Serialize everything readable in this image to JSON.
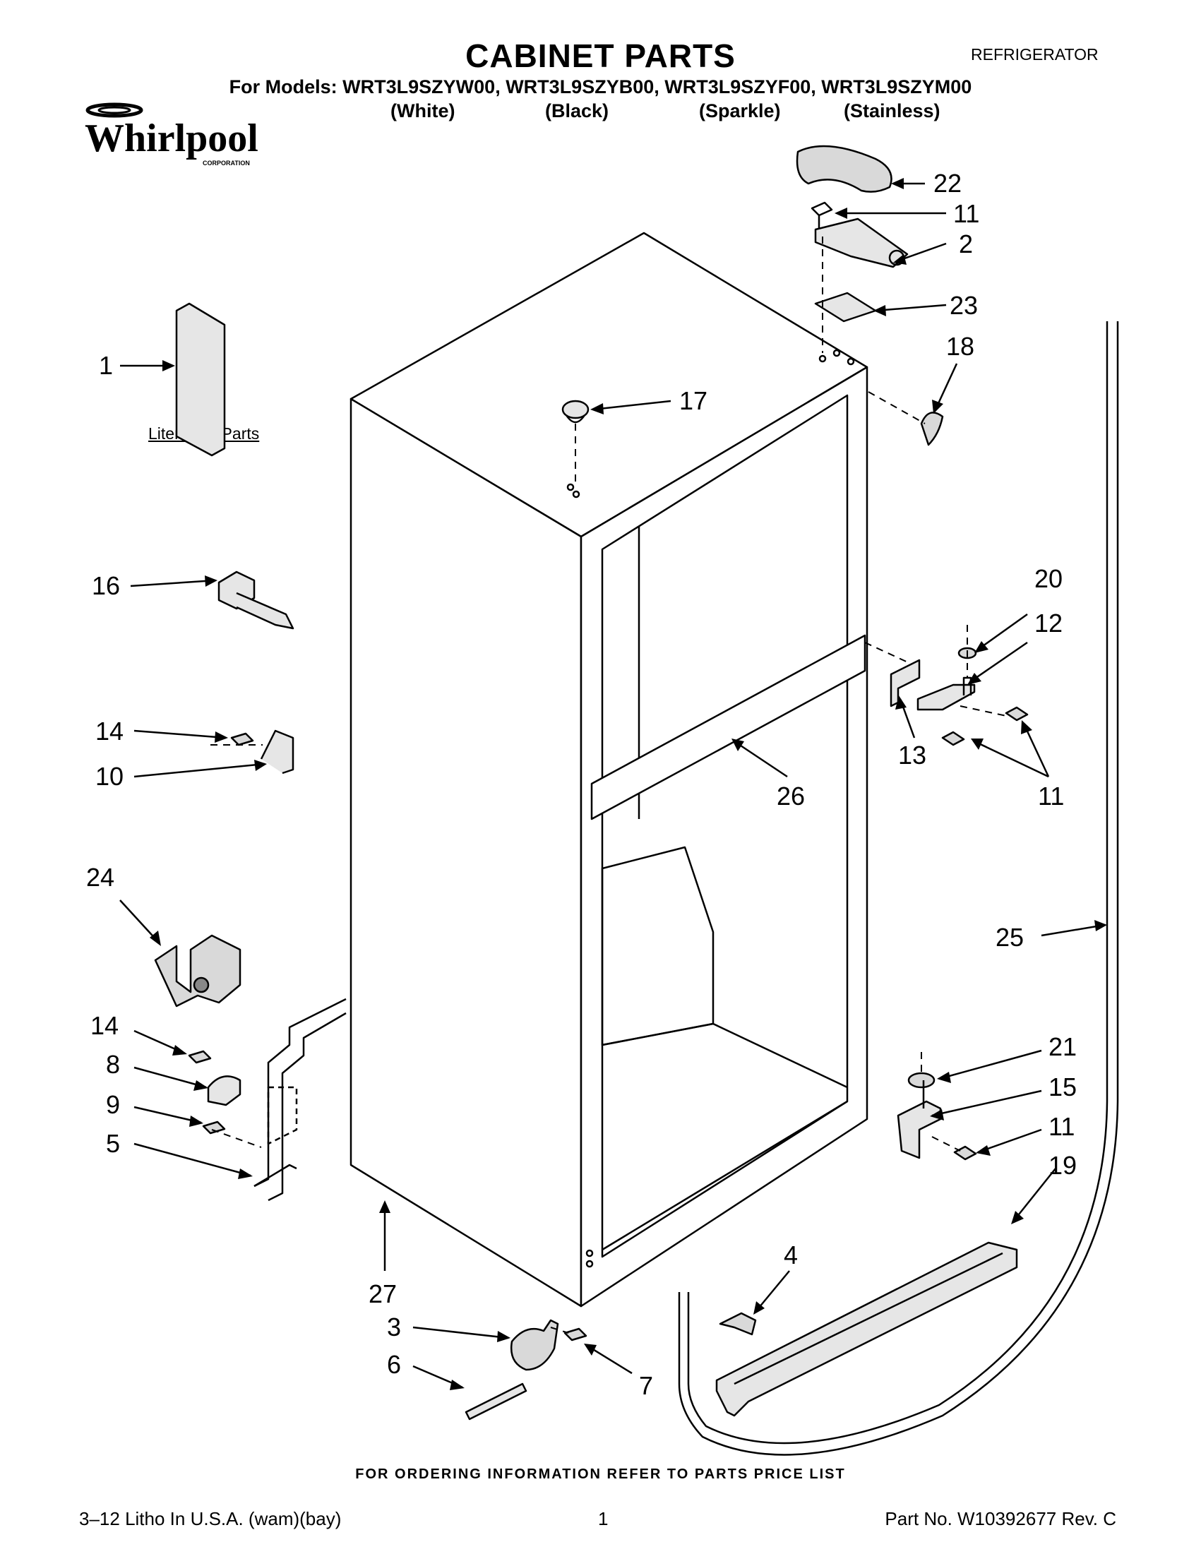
{
  "header": {
    "title": "CABINET PARTS",
    "category": "REFRIGERATOR",
    "models_line": "For Models: WRT3L9SZYW00, WRT3L9SZYB00, WRT3L9SZYF00, WRT3L9SZYM00",
    "variants": [
      "(White)",
      "(Black)",
      "(Sparkle)",
      "(Stainless)"
    ]
  },
  "logo": {
    "brand": "Whirlpool",
    "sub": "CORPORATION"
  },
  "literature_label": "Literature Parts",
  "callouts": [
    "22",
    "11",
    "2",
    "23",
    "18",
    "1",
    "17",
    "16",
    "20",
    "12",
    "13",
    "11",
    "26",
    "14",
    "10",
    "24",
    "25",
    "14",
    "8",
    "9",
    "5",
    "21",
    "15",
    "11",
    "19",
    "4",
    "27",
    "3",
    "7",
    "6"
  ],
  "footer": {
    "order_note": "FOR ORDERING INFORMATION REFER TO PARTS PRICE LIST",
    "litho": "3–12 Litho In U.S.A. (wam)(bay)",
    "page": "1",
    "part_no": "Part No. W10392677 Rev. C"
  },
  "colors": {
    "ink": "#000000",
    "paper": "#ffffff",
    "part_fill": "#d9d9d9"
  }
}
